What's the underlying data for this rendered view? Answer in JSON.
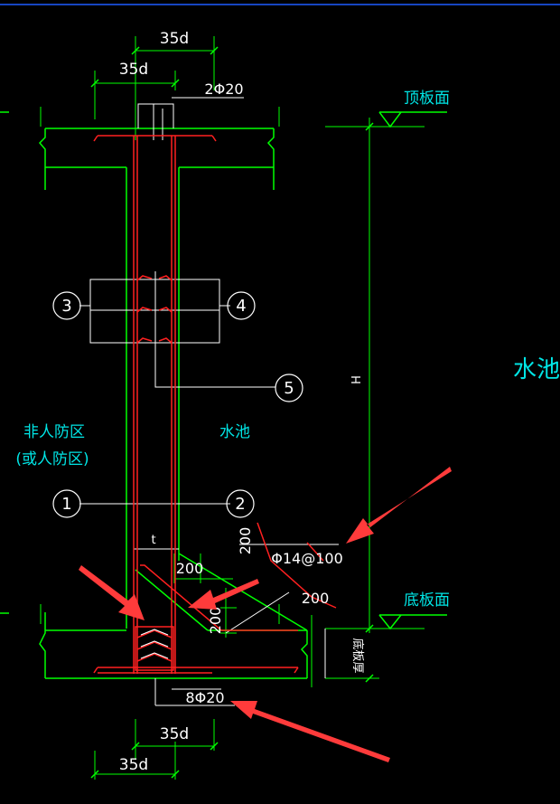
{
  "dimensions": {
    "top_outer": "35d",
    "top_inner": "35d",
    "bottom_inner": "35d",
    "bottom_outer": "35d",
    "d200_a": "200",
    "d200_b": "200",
    "d200_c": "200",
    "d200_d": "200",
    "height": "H",
    "small_t": "t"
  },
  "rebar": {
    "top": "2Φ20",
    "haunch": "Φ14@100",
    "bottom": "8Φ20"
  },
  "levels": {
    "top_slab": "顶板面",
    "bottom_slab": "底板面",
    "bottom_thickness": "底板厚"
  },
  "zones": {
    "left_line1": "非人防区",
    "left_line2": "(或人防区)",
    "right": "水池",
    "far_right": "水池"
  },
  "callouts": {
    "c1": "1",
    "c2": "2",
    "c3": "3",
    "c4": "4",
    "c5": "5"
  },
  "colors": {
    "background": "#000000",
    "concrete_lines": "#00ff00",
    "rebar": "#ff2020",
    "dimension_lines": "#ffffff",
    "annotation_text": "#00e5e5",
    "arrows": "#ff3b3b"
  }
}
